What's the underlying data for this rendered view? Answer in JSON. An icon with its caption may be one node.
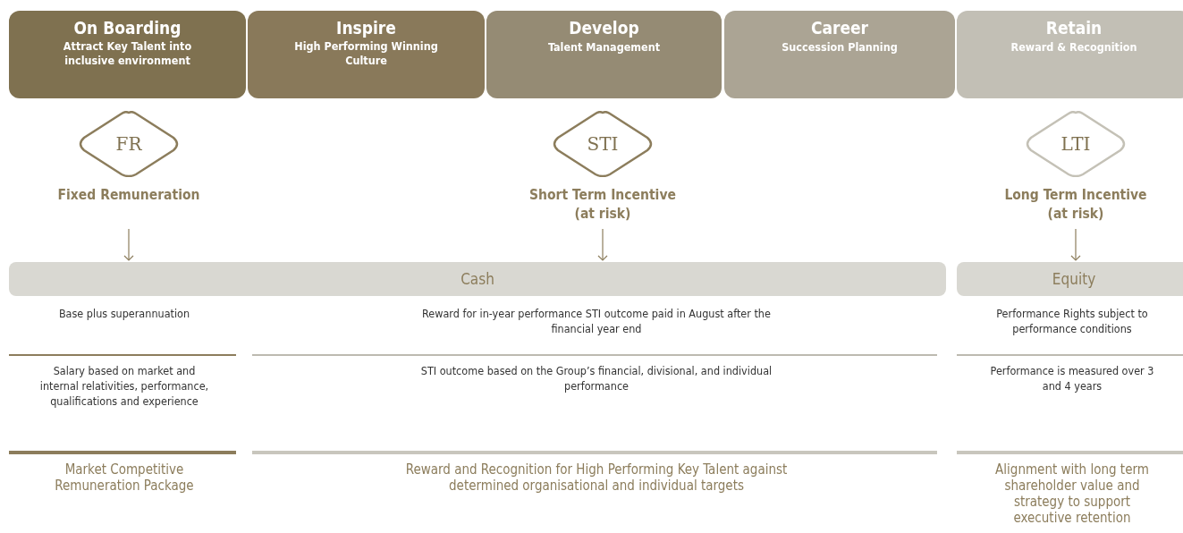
{
  "diagram": {
    "nodes": [
      {
        "text": [
          "On Boarding",
          "Attract Key Talent into inclusive environment"
        ]
      },
      {
        "text": [
          "Inspire",
          "High Performing Winning Culture"
        ]
      },
      {
        "text": [
          "Develop",
          "Talent Management"
        ]
      },
      {
        "text": [
          "Career",
          "Succession Planning"
        ]
      },
      {
        "text": [
          "Retain",
          "Reward & Recognition"
        ]
      },
      {
        "text": [
          "FR"
        ],
        "beside": [
          "Fixed Remuneration"
        ]
      },
      {
        "text": [
          "STI"
        ],
        "beside": [
          "Short Term Incentive (at risk)"
        ]
      },
      {
        "text": [
          "LTI"
        ],
        "beside": [
          "Long Term Incentive (at risk)"
        ]
      },
      {
        "text": [
          "Cash"
        ]
      },
      {
        "text": [
          "Equity"
        ]
      }
    ],
    "edges": [
      {
        "from": 5,
        "to": 8,
        "arrow": "to"
      },
      {
        "from": 6,
        "to": 8,
        "arrow": "to"
      },
      {
        "from": 7,
        "to": 9,
        "arrow": "to"
      }
    ],
    "labels": [
      "Base plus superannuation",
      "Reward for in-year performance STI outcome paid in August after the financial year end",
      "Performance Rights subject to performance conditions",
      "Salary based on market and internal relativities, performance, qualifications and experience",
      "STI outcome based on the Group’s financial, divisional, and individual performance",
      "Performance is measured over 3 and 4 years",
      "Market Competitive Remuneration Package",
      "Reward and Recognition for High Performing Key Talent against determined organisational and individual targets",
      "Alignment with long term shareholder value and strategy to support executive retention"
    ]
  }
}
